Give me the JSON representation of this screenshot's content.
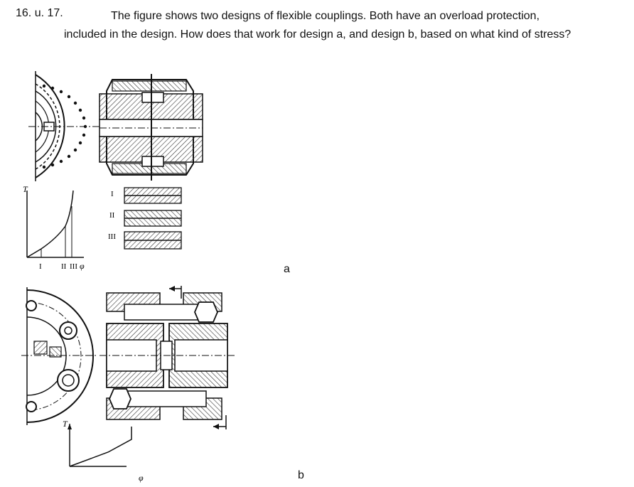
{
  "question": {
    "number": "16. u. 17.",
    "text_line1": "The figure shows two designs of flexible couplings. Both have an overload protection,",
    "text_rest": "included in the design. How does that work for design a, and design b, based on what kind of stress?"
  },
  "figure_a": {
    "label": "a",
    "stage_labels": [
      "I",
      "II",
      "III"
    ],
    "axis_x": "φ",
    "axis_y": "T",
    "tick_labels": [
      "I",
      "II",
      "III"
    ]
  },
  "figure_b": {
    "label": "b",
    "axis_x": "φ",
    "axis_y": "T"
  }
}
